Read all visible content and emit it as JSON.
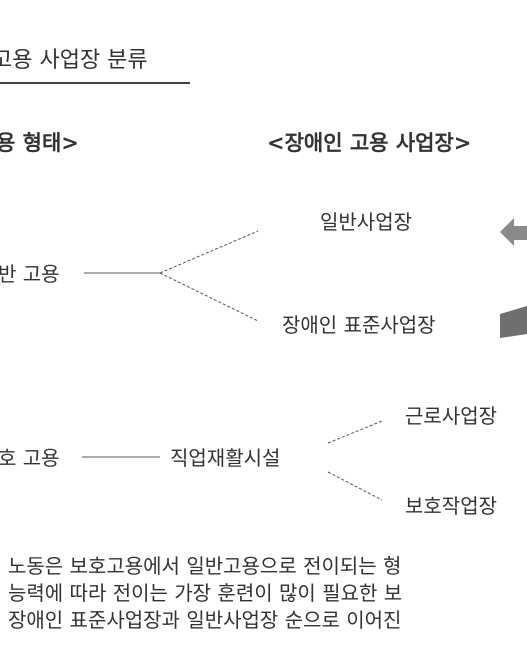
{
  "title": "고용 사업장 분류",
  "headers": {
    "left": "용 형태>",
    "right": "<장애인 고용 사업장>"
  },
  "nodes": {
    "general_employment": "반 고용",
    "protected_employment": "호 고용",
    "general_workplace": "일반사업장",
    "standard_workplace": "장애인 표준사업장",
    "vocational_facility": "직업재활시설",
    "work_center": "근로사업장",
    "protected_workshop": "보호작업장"
  },
  "body_lines": [
    "노동은 보호고용에서 일반고용으로 전이되는 형",
    "능력에 따라 전이는 가장 훈련이 많이 필요한 보",
    "장애인 표준사업장과 일반사업장 순으로 이어진"
  ],
  "colors": {
    "text": "#333333",
    "arrow": "#8a8a8a"
  }
}
